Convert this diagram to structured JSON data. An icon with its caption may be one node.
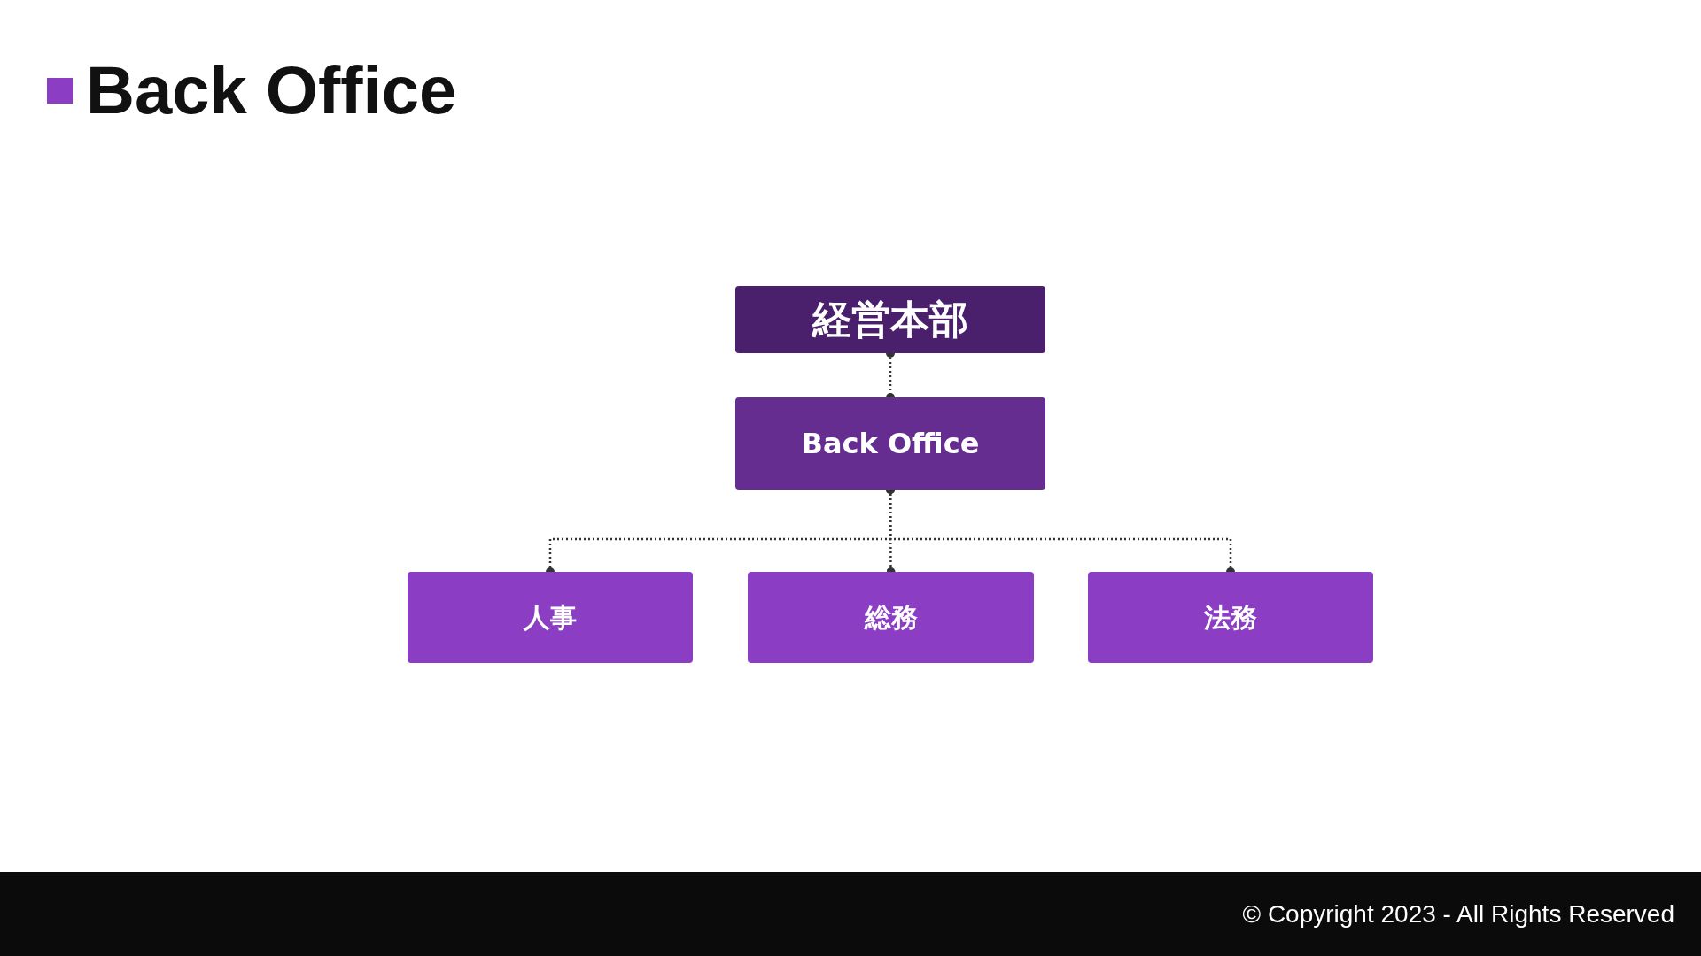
{
  "diagram": {
    "title": "Back Office",
    "nodes": [
      {
        "text": [
          "経営本部"
        ]
      },
      {
        "text": [
          "Back Office"
        ]
      },
      {
        "text": [
          "人事"
        ]
      },
      {
        "text": [
          "総務"
        ]
      },
      {
        "text": [
          "法務"
        ]
      }
    ],
    "edges": [
      {
        "from": 0,
        "to": 1,
        "arrow": "other",
        "style": "dashed"
      },
      {
        "from": 1,
        "to": 2,
        "arrow": "other",
        "style": "dashed"
      },
      {
        "from": 1,
        "to": 3,
        "arrow": "other",
        "style": "dashed"
      },
      {
        "from": 1,
        "to": 4,
        "arrow": "other",
        "style": "dashed"
      }
    ],
    "labels": [
      "© Copyright 2023 - All Rights Reserved"
    ]
  }
}
